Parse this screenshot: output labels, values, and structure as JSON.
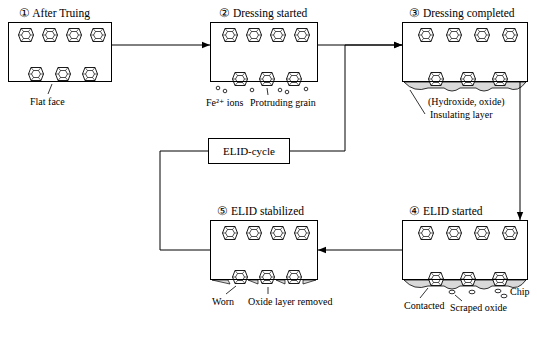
{
  "diagram": {
    "nodes": [
      {
        "text": [
          "① After Truing"
        ]
      },
      {
        "text": [
          "② Dressing started"
        ]
      },
      {
        "text": [
          "③ Dressing completed"
        ]
      },
      {
        "text": [
          "ELID-cycle"
        ]
      },
      {
        "text": [
          "⑤ ELID stabilized"
        ]
      },
      {
        "text": [
          "④ ELID started"
        ]
      }
    ],
    "edges": [
      {
        "from": 0,
        "to": 1,
        "arrow": "to"
      },
      {
        "from": 1,
        "to": 2,
        "arrow": "to"
      },
      {
        "from": 2,
        "to": 5,
        "arrow": "to"
      },
      {
        "from": 5,
        "to": 4,
        "arrow": "to"
      },
      {
        "from": 4,
        "to": 3,
        "arrow": "none"
      },
      {
        "from": 3,
        "to": 2,
        "arrow": "to"
      }
    ],
    "labels": [
      "Flat face",
      "Fe²⁺ ions",
      "Protruding grain",
      "(Hydroxide, oxide)",
      "Insulating layer",
      "Contacted",
      "Scraped oxide",
      "Chip",
      "Worn",
      "Oxide layer removed"
    ]
  }
}
